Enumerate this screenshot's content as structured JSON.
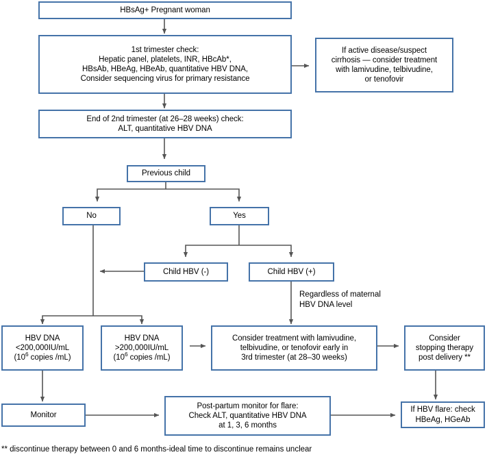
{
  "title": "HBsAg+ Pregnant Woman Management Algorithm",
  "colors": {
    "box_border": "#4472a8",
    "box_fill": "#ffffff",
    "edge": "#555555",
    "text": "#000000"
  },
  "nodes": {
    "start": {
      "name": "hbsag-pregnant-woman",
      "lines": [
        "HBsAg+ Pregnant woman"
      ]
    },
    "first_trimester": {
      "name": "first-trimester-check",
      "lines": [
        "1st trimester check:",
        "Hepatic panel, platelets, INR, HBcAb*,",
        "HBsAb, HBeAg, HBeAb, quantitative HBV DNA,",
        "Consider sequencing virus for primary resistance"
      ]
    },
    "active_disease": {
      "name": "active-disease-cirrhosis-treatment",
      "lines": [
        "If active disease/suspect",
        "cirrhosis — consider treatment",
        "with lamivudine, telbivudine,",
        "or tenofovir"
      ]
    },
    "second_trimester": {
      "name": "second-trimester-check",
      "lines": [
        "End of 2nd trimester (at 26–28 weeks) check:",
        "ALT, quantitative HBV DNA"
      ]
    },
    "previous_child": {
      "name": "previous-child-decision",
      "lines": [
        "Previous child"
      ]
    },
    "no": {
      "name": "previous-child-no",
      "lines": [
        "No"
      ]
    },
    "yes": {
      "name": "previous-child-yes",
      "lines": [
        "Yes"
      ]
    },
    "child_hbv_neg": {
      "name": "child-hbv-negative",
      "lines": [
        "Child HBV (-)"
      ]
    },
    "child_hbv_pos": {
      "name": "child-hbv-positive",
      "lines": [
        "Child HBV (+)"
      ]
    },
    "dna_low": {
      "name": "hbv-dna-below-threshold",
      "lines": [
        "HBV DNA",
        "<200,000IU/mL",
        "(10⁶ copies /mL)"
      ],
      "html": "HBV DNA<br>&lt;200,000IU/mL<br>(10<sup>6</sup> copies /mL)"
    },
    "dna_high": {
      "name": "hbv-dna-above-threshold",
      "lines": [
        "HBV DNA",
        ">200,000IU/mL",
        "(10⁶ copies /mL)"
      ],
      "html": "HBV DNA<br>&gt;200,000IU/mL<br>(10<sup>6</sup> copies /mL)"
    },
    "consider_treatment": {
      "name": "consider-treatment-third-trimester",
      "lines": [
        "Consider treatment with lamivudine,",
        "telbivudine, or tenofovir early in",
        "3rd trimester (at 28–30 weeks)"
      ]
    },
    "consider_stopping": {
      "name": "consider-stopping-therapy",
      "lines": [
        "Consider",
        "stopping therapy",
        "post delivery **"
      ]
    },
    "monitor": {
      "name": "monitor",
      "lines": [
        "Monitor"
      ]
    },
    "post_partum": {
      "name": "post-partum-monitor-flare",
      "lines": [
        "Post-partum monitor for flare:",
        "Check ALT, quantitative HBV DNA",
        "at 1, 3, 6 months"
      ]
    },
    "hbv_flare": {
      "name": "hbv-flare-check",
      "lines": [
        "If HBV flare: check",
        "HBeAg, HGeAb"
      ]
    }
  },
  "edge_labels": {
    "regardless": {
      "name": "regardless-of-maternal-level-label",
      "lines": [
        "Regardless of maternal",
        "HBV DNA level"
      ]
    }
  },
  "footnote": {
    "name": "footnote-discontinue-therapy",
    "text": "** discontinue therapy between 0 and 6 months-ideal time to discontinue remains unclear"
  }
}
